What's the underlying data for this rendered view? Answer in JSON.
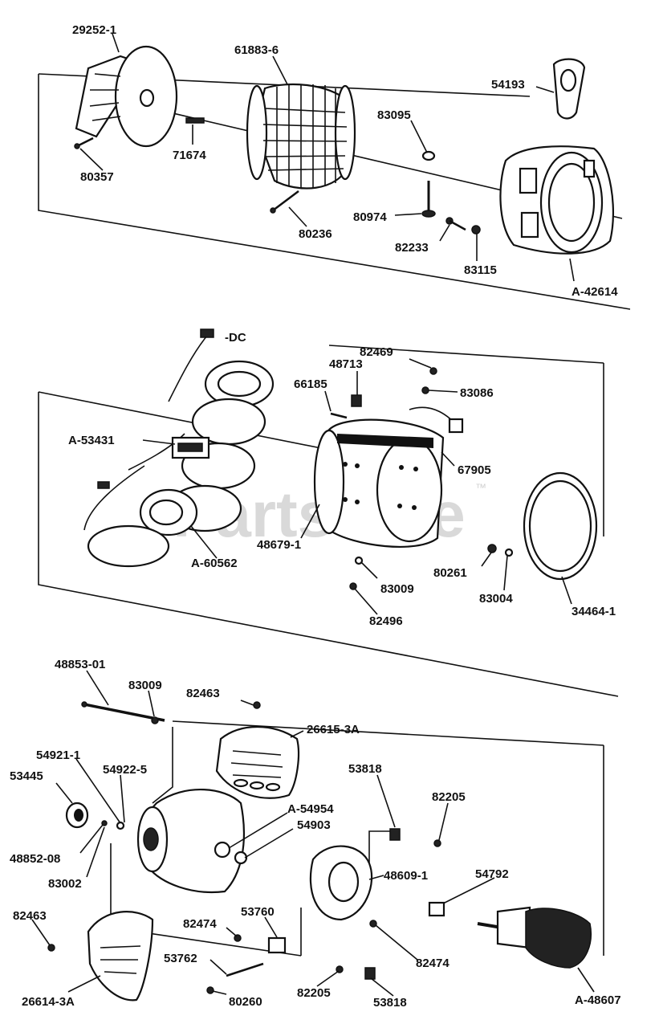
{
  "watermark": "PartsTree",
  "watermark_tm": "™",
  "labels": {
    "p29252_1": "29252-1",
    "p61883_6": "61883-6",
    "p54193": "54193",
    "p83095": "83095",
    "p71674": "71674",
    "p80357": "80357",
    "p80974": "80974",
    "p80236": "80236",
    "p82233": "82233",
    "p83115": "83115",
    "pA42614": "A-42614",
    "pDC": "-DC",
    "p48713": "48713",
    "p82469": "82469",
    "p66185": "66185",
    "p83086": "83086",
    "pA53431": "A-53431",
    "p67905": "67905",
    "pA60562": "A-60562",
    "p48679_1": "48679-1",
    "p80261": "80261",
    "p83009a": "83009",
    "p83004": "83004",
    "p34464_1": "34464-1",
    "p82496": "82496",
    "p48853_01": "48853-01",
    "p83009b": "83009",
    "p82463a": "82463",
    "p26615_3A": "26615-3A",
    "p54921_1": "54921-1",
    "p54922_5": "54922-5",
    "p53445": "53445",
    "p53818a": "53818",
    "p82205a": "82205",
    "pA54954": "A-54954",
    "p54903": "54903",
    "p48852_08": "48852-08",
    "p48609_1": "48609-1",
    "p54792": "54792",
    "p83002": "83002",
    "p82463b": "82463",
    "p82474a": "82474",
    "p53760": "53760",
    "p82474b": "82474",
    "p53762": "53762",
    "p26614_3A": "26614-3A",
    "p80260": "80260",
    "p82205b": "82205",
    "p53818b": "53818",
    "pA48607": "A-48607"
  }
}
